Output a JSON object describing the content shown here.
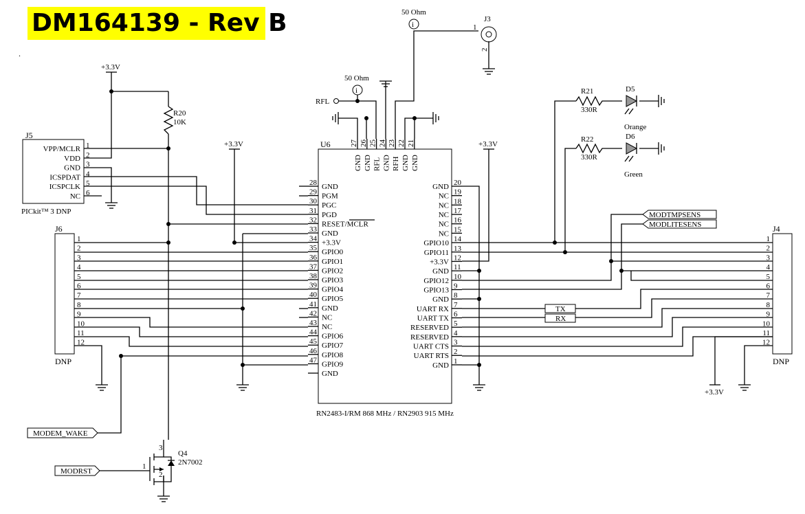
{
  "title": "DM164139 - Rev B",
  "dot_mark": ".",
  "supply": "+3.3V",
  "u6": {
    "ref": "U6",
    "part": "RN2483-I/RM 868 MHz / RN2903 915 MHz",
    "left_pins": [
      {
        "num": "28",
        "name": "GND"
      },
      {
        "num": "29",
        "name": "PGM"
      },
      {
        "num": "30",
        "name": "PGC"
      },
      {
        "num": "31",
        "name": "PGD"
      },
      {
        "num": "32",
        "name": "RESET/MCLR"
      },
      {
        "num": "33",
        "name": "GND"
      },
      {
        "num": "34",
        "name": "+3.3V"
      },
      {
        "num": "35",
        "name": "GPIO0"
      },
      {
        "num": "36",
        "name": "GPIO1"
      },
      {
        "num": "37",
        "name": "GPIO2"
      },
      {
        "num": "38",
        "name": "GPIO3"
      },
      {
        "num": "39",
        "name": "GPIO4"
      },
      {
        "num": "40",
        "name": "GPIO5"
      },
      {
        "num": "41",
        "name": "GND"
      },
      {
        "num": "42",
        "name": "NC"
      },
      {
        "num": "43",
        "name": "NC"
      },
      {
        "num": "44",
        "name": "GPIO6"
      },
      {
        "num": "45",
        "name": "GPIO7"
      },
      {
        "num": "46",
        "name": "GPIO8"
      },
      {
        "num": "47",
        "name": "GPIO9"
      },
      {
        "num": "",
        "name": "GND"
      }
    ],
    "right_pins": [
      {
        "num": "20",
        "name": "GND"
      },
      {
        "num": "19",
        "name": "NC"
      },
      {
        "num": "18",
        "name": "NC"
      },
      {
        "num": "17",
        "name": "NC"
      },
      {
        "num": "16",
        "name": "NC"
      },
      {
        "num": "15",
        "name": "NC"
      },
      {
        "num": "14",
        "name": "GPIO10"
      },
      {
        "num": "13",
        "name": "GPIO11"
      },
      {
        "num": "12",
        "name": "+3.3V"
      },
      {
        "num": "11",
        "name": "GND"
      },
      {
        "num": "10",
        "name": "GPIO12"
      },
      {
        "num": "9",
        "name": "GPIO13"
      },
      {
        "num": "8",
        "name": "GND"
      },
      {
        "num": "7",
        "name": "UART RX"
      },
      {
        "num": "6",
        "name": "UART TX"
      },
      {
        "num": "5",
        "name": "RESERVED"
      },
      {
        "num": "4",
        "name": "RESERVED"
      },
      {
        "num": "3",
        "name": "UART CTS"
      },
      {
        "num": "2",
        "name": "UART RTS"
      },
      {
        "num": "1",
        "name": "GND"
      }
    ],
    "top_pins": [
      {
        "num": "27",
        "name": "GND"
      },
      {
        "num": "26",
        "name": "GND"
      },
      {
        "num": "25",
        "name": "RFL"
      },
      {
        "num": "24",
        "name": "GND"
      },
      {
        "num": "23",
        "name": "RFH"
      },
      {
        "num": "22",
        "name": "GND"
      },
      {
        "num": "21",
        "name": "GND"
      }
    ]
  },
  "j5": {
    "ref": "J5",
    "pins": [
      {
        "num": "1",
        "name": "VPP/MCLR"
      },
      {
        "num": "2",
        "name": "VDD"
      },
      {
        "num": "3",
        "name": "GND"
      },
      {
        "num": "4",
        "name": "ICSPDAT"
      },
      {
        "num": "5",
        "name": "ICSPCLK"
      },
      {
        "num": "6",
        "name": "NC"
      }
    ],
    "note": "PICkit™ 3  DNP"
  },
  "j6": {
    "ref": "J6",
    "pins": [
      "1",
      "2",
      "3",
      "4",
      "5",
      "6",
      "7",
      "8",
      "9",
      "10",
      "11",
      "12"
    ],
    "note": "DNP"
  },
  "j4": {
    "ref": "J4",
    "pins": [
      "1",
      "2",
      "3",
      "4",
      "5",
      "6",
      "7",
      "8",
      "9",
      "10",
      "11",
      "12"
    ],
    "note": "DNP"
  },
  "r20": {
    "ref": "R20",
    "value": "10K"
  },
  "r21": {
    "ref": "R21",
    "value": "330R"
  },
  "r22": {
    "ref": "R22",
    "value": "330R"
  },
  "d5": {
    "ref": "D5",
    "color": "Orange"
  },
  "d6": {
    "ref": "D6",
    "color": "Green"
  },
  "q4": {
    "ref": "Q4",
    "part": "2N7002",
    "pin_gate": "1",
    "pin_drain": "3",
    "pin_source": "2"
  },
  "j3": {
    "ref": "J3",
    "pin1": "1",
    "pin2": "2"
  },
  "tp_rfh": {
    "label": "50 Ohm"
  },
  "tp_rfl": {
    "label": "50 Ohm"
  },
  "rfl_port": "RFL",
  "net_labels": {
    "modtmpsens": "MODTMPSENS",
    "modlitesens": "MODLITESENS",
    "tx": "TX",
    "rx": "RX",
    "modem_wake": "MODEM_WAKE",
    "modrst": "MODRST"
  }
}
